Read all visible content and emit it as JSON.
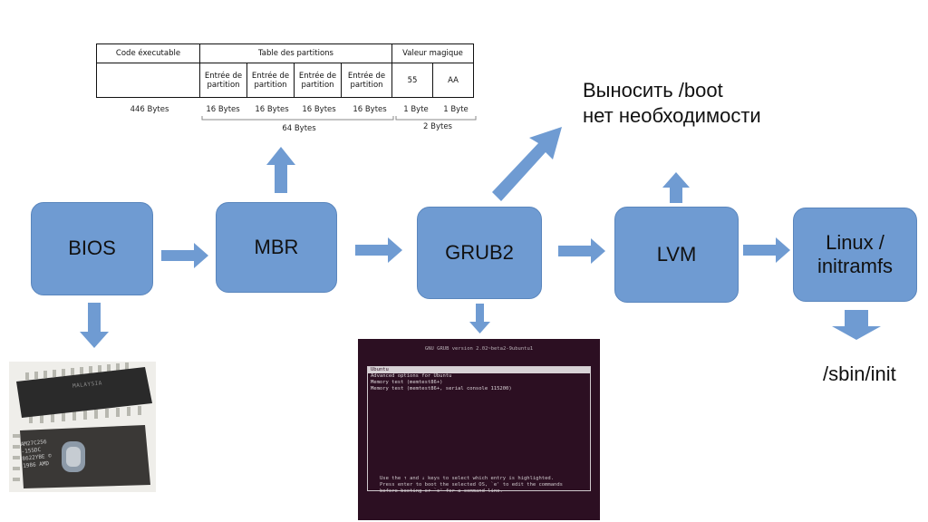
{
  "nodes": {
    "bios": "BIOS",
    "mbr": "MBR",
    "grub": "GRUB2",
    "lvm": "LVM",
    "linux_line1": "Linux /",
    "linux_line2": "initramfs"
  },
  "mbr_table": {
    "h_code": "Code éxecutable",
    "h_table": "Table des partitions",
    "h_magic": "Valeur magique",
    "entries": [
      "Entrée de partition",
      "Entrée de partition",
      "Entrée de partition",
      "Entrée de partition"
    ],
    "magic_values": [
      "55",
      "AA"
    ],
    "sizes": [
      "446 Bytes",
      "16 Bytes",
      "16 Bytes",
      "16 Bytes",
      "16 Bytes",
      "1 Byte",
      "1 Byte"
    ],
    "total_partitions": "64 Bytes",
    "total_magic": "2 Bytes"
  },
  "note": {
    "line1": "Выносить /boot",
    "line2": "нет необходимости"
  },
  "sbin_label": "/sbin/init",
  "grub_screen": {
    "title": "GNU GRUB  version 2.02~beta2-9ubuntu1",
    "items": [
      "Ubuntu",
      "Advanced options for Ubuntu",
      "Memory test (memtest86+)",
      "Memory test (memtest86+, serial console 115200)"
    ],
    "help": "Use the ↑ and ↓ keys to select which entry is highlighted.\nPress enter to boot the selected OS, `e' to edit the commands\nbefore booting or `c' for a command-line."
  },
  "chip_labels": {
    "top": "MALAYSIA",
    "bottom": "AM27C256 -155DC 8622YBE © 1986 AMD"
  },
  "colors": {
    "box": "#6f9bd2",
    "arrow": "#6f9bd2",
    "terminal_bg": "#2c0f22"
  }
}
